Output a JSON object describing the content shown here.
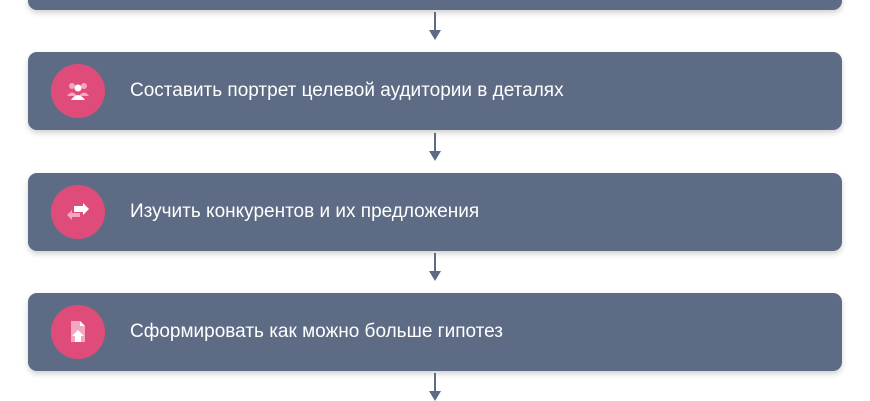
{
  "steps": [
    {
      "label": "",
      "icon": "previous-step"
    },
    {
      "label": "Составить портрет целевой аудитории в деталях",
      "icon": "users-icon"
    },
    {
      "label": "Изучить конкурентов и их предложения",
      "icon": "exchange-arrows-icon"
    },
    {
      "label": "Сформировать как можно больше гипотез",
      "icon": "file-upload-icon"
    }
  ],
  "colors": {
    "box": "#5d6b85",
    "accent": "#e04c7a",
    "arrow": "#5d6b85"
  }
}
